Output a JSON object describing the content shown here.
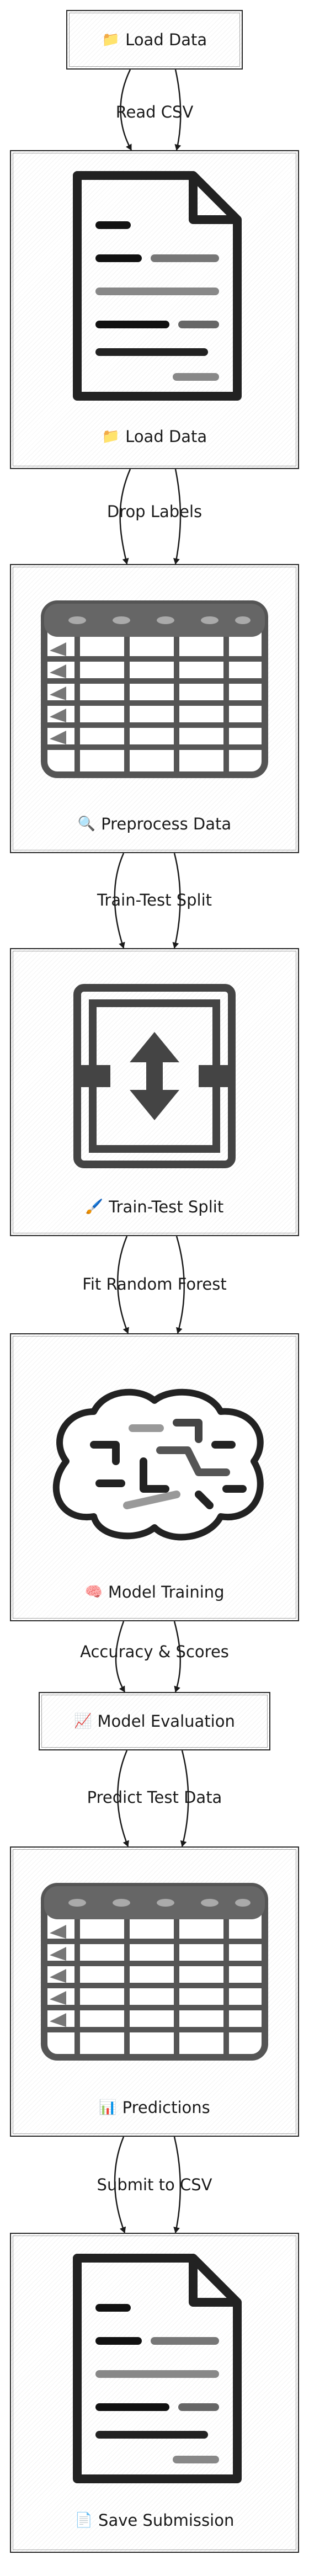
{
  "nodes": {
    "load_data_1": {
      "label": "Load Data",
      "icon": "folder-icon",
      "glyph": "📁"
    },
    "load_data_2": {
      "label": "Load Data",
      "icon": "folder-icon",
      "glyph": "📁"
    },
    "preprocess": {
      "label": "Preprocess Data",
      "icon": "magnifier-icon",
      "glyph": "🔍"
    },
    "train_test_split": {
      "label": "Train-Test Split",
      "icon": "brush-icon",
      "glyph": "🖌️"
    },
    "model_training": {
      "label": "Model Training",
      "icon": "brain-icon",
      "glyph": "🧠"
    },
    "model_evaluation": {
      "label": "Model Evaluation",
      "icon": "chart-increasing-icon",
      "glyph": "📈"
    },
    "predictions": {
      "label": "Predictions",
      "icon": "bar-chart-icon",
      "glyph": "📊"
    },
    "save_submission": {
      "label": "Save Submission",
      "icon": "page-icon",
      "glyph": "📄"
    }
  },
  "edges": [
    {
      "label": "Read CSV"
    },
    {
      "label": "Drop Labels"
    },
    {
      "label": "Train-Test Split"
    },
    {
      "label": "Fit Random Forest"
    },
    {
      "label": "Accuracy & Scores"
    },
    {
      "label": "Predict Test Data"
    },
    {
      "label": "Submit to CSV"
    }
  ]
}
